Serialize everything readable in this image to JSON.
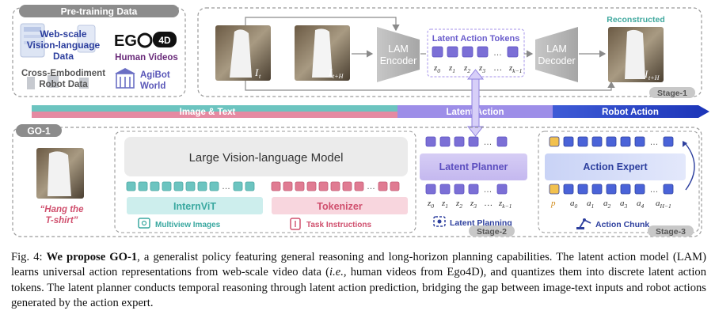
{
  "pretraining": {
    "title": "Pre-training Data",
    "web_data": [
      "Web-scale",
      "Vision-language",
      "Data"
    ],
    "ego_label": "Human Videos",
    "robot_data": [
      "Cross-Embodiment",
      "Robot Data"
    ],
    "agibot": [
      "AgiBot",
      "World"
    ]
  },
  "stage1": {
    "frame_start_label": "I",
    "frame_start_sub": "t",
    "frame_end_label": "I",
    "frame_end_sub": "t+H",
    "encoder_label": [
      "LAM",
      "Encoder"
    ],
    "tokens_title": "Latent Action Tokens",
    "token_labels": [
      "z",
      "z",
      "z",
      "z",
      "…",
      "z"
    ],
    "token_subs": [
      "0",
      "1",
      "2",
      "3",
      "",
      "k−1"
    ],
    "decoder_label": [
      "LAM",
      "Decoder"
    ],
    "reconstructed_label": "Reconstructed",
    "stage_tag": "Stage-1"
  },
  "bar": {
    "image_text": "Image & Text",
    "latent_action": "Latent Action",
    "robot_action": "Robot Action"
  },
  "go1": {
    "title": "GO-1",
    "instruction": [
      "“Hang the",
      "T-shirt”"
    ],
    "vlm_title": "Large Vision-language Model",
    "internvit": "InternViT",
    "tokenizer": "Tokenizer",
    "multiview": "Multiview Images",
    "task_instructions": "Task Instructions",
    "latent_planner": "Latent Planner",
    "planner_labels": [
      "z",
      "z",
      "z",
      "z",
      "…",
      "z"
    ],
    "planner_subs": [
      "0",
      "1",
      "2",
      "3",
      "",
      "k−1"
    ],
    "latent_planning": "Latent Planning",
    "stage2_tag": "Stage-2",
    "action_expert": "Action Expert",
    "expert_labels": [
      "p",
      "a",
      "a",
      "a",
      "a",
      "a",
      "a"
    ],
    "expert_subs": [
      "",
      "0",
      "1",
      "2",
      "3",
      "4",
      "H−1"
    ],
    "action_chunk": "Action Chunk",
    "stage3_tag": "Stage-3"
  },
  "caption": {
    "fig_label": "Fig. 4:",
    "bold_lead": "We propose GO-1",
    "text_1": ", a generalist policy featuring general reasoning and long-horizon planning capabilities. The latent action model (LAM) learns universal action representations from web-scale video data (",
    "italic_ie": "i.e.,",
    "text_2": " human videos from Ego4D), and quantizes them into discrete latent action tokens. The latent planner conducts temporal reasoning through latent action prediction, bridging the gap between image-text inputs and robot actions generated by the action expert."
  },
  "colors": {
    "teal": "#6cc4c0",
    "pink": "#e07b92",
    "purple": "#7b6fd6",
    "navy": "#2540c9",
    "blue_token": "#4a63d8",
    "gray_box": "#9a9a9a"
  }
}
